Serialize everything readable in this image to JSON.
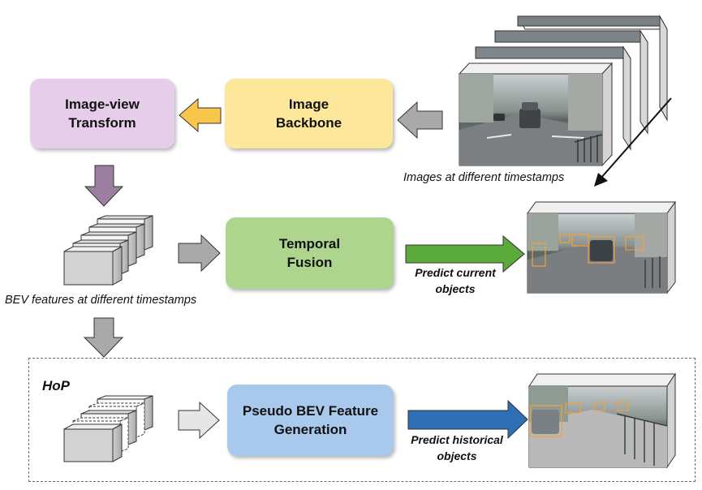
{
  "diagram": {
    "blocks": {
      "image_view_transform": {
        "label": "Image-view\nTransform",
        "color": "#e6cdea"
      },
      "image_backbone": {
        "label": "Image\nBackbone",
        "color": "#fde79b"
      },
      "temporal_fusion": {
        "label": "Temporal\nFusion",
        "color": "#aed58e"
      },
      "pseudo_bev": {
        "label": "Pseudo BEV Feature\nGeneration",
        "color": "#a9c9ec"
      }
    },
    "captions": {
      "images_timestamps": "Images at different timestamps",
      "bev_features_timestamps": "BEV features at different timestamps",
      "predict_current": "Predict current\nobjects",
      "predict_historical": "Predict historical\nobjects",
      "hop": "HoP"
    },
    "colors": {
      "arrow_yellow": "#f9c64a",
      "arrow_purple": "#9c7fa0",
      "arrow_gray": "#a9a9a9",
      "arrow_green": "#5aaa3c",
      "arrow_blue": "#2f6fb6"
    }
  }
}
